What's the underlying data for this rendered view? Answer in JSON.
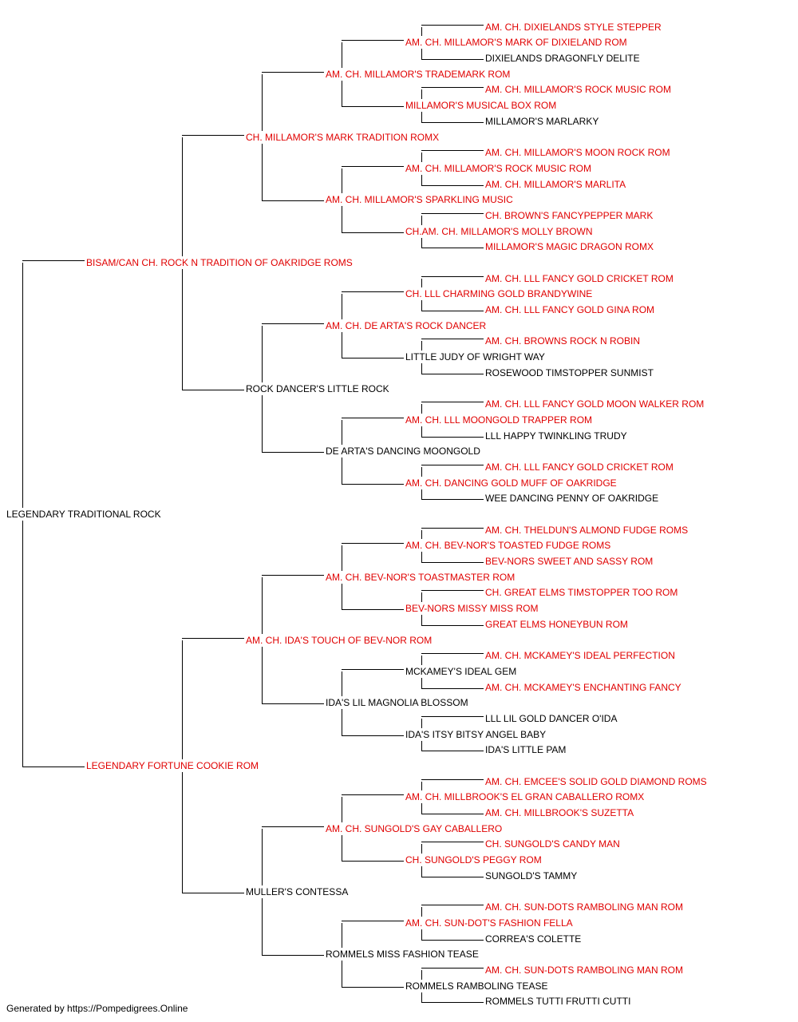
{
  "colors": {
    "champion": "#e00000",
    "normal": "#000000",
    "line": "#000000"
  },
  "footer": "Generated by https://Pompedigrees.Online",
  "pedigree": {
    "name": "LEGENDARY TRADITIONAL ROCK",
    "champion": false,
    "sire": {
      "name": "BISAM/CAN CH. ROCK N TRADITION OF OAKRIDGE ROMS",
      "champion": true,
      "sire": {
        "name": "CH. MILLAMOR'S MARK TRADITION ROMX",
        "champion": true,
        "sire": {
          "name": "AM. CH. MILLAMOR'S TRADEMARK ROM",
          "champion": true,
          "sire": {
            "name": "AM. CH. MILLAMOR'S MARK OF DIXIELAND ROM",
            "champion": true,
            "sire": {
              "name": "AM. CH. DIXIELANDS STYLE STEPPER",
              "champion": true
            },
            "dam": {
              "name": "DIXIELANDS DRAGONFLY DELITE",
              "champion": false
            }
          },
          "dam": {
            "name": "MILLAMOR'S MUSICAL BOX ROM",
            "champion": true,
            "sire": {
              "name": "AM. CH. MILLAMOR'S ROCK MUSIC ROM",
              "champion": true
            },
            "dam": {
              "name": "MILLAMOR'S MARLARKY",
              "champion": false
            }
          }
        },
        "dam": {
          "name": "AM. CH. MILLAMOR'S SPARKLING MUSIC",
          "champion": true,
          "sire": {
            "name": "AM. CH. MILLAMOR'S ROCK MUSIC ROM",
            "champion": true,
            "sire": {
              "name": "AM. CH. MILLAMOR'S MOON ROCK ROM",
              "champion": true
            },
            "dam": {
              "name": "AM. CH. MILLAMOR'S MARLITA",
              "champion": true
            }
          },
          "dam": {
            "name": "CH.AM. CH. MILLAMOR'S MOLLY BROWN",
            "champion": true,
            "sire": {
              "name": "CH. BROWN'S FANCYPEPPER MARK",
              "champion": true
            },
            "dam": {
              "name": "MILLAMOR'S MAGIC DRAGON ROMX",
              "champion": true
            }
          }
        }
      },
      "dam": {
        "name": "ROCK DANCER'S LITTLE ROCK",
        "champion": false,
        "sire": {
          "name": "AM. CH. DE ARTA'S ROCK DANCER",
          "champion": true,
          "sire": {
            "name": "CH. LLL CHARMING GOLD BRANDYWINE",
            "champion": true,
            "sire": {
              "name": "AM. CH. LLL FANCY GOLD CRICKET ROM",
              "champion": true
            },
            "dam": {
              "name": "AM. CH. LLL FANCY GOLD GINA ROM",
              "champion": true
            }
          },
          "dam": {
            "name": "LITTLE JUDY OF WRIGHT WAY",
            "champion": false,
            "sire": {
              "name": "AM. CH. BROWNS ROCK N ROBIN",
              "champion": true
            },
            "dam": {
              "name": "ROSEWOOD TIMSTOPPER SUNMIST",
              "champion": false
            }
          }
        },
        "dam": {
          "name": "DE ARTA'S DANCING MOONGOLD",
          "champion": false,
          "sire": {
            "name": "AM. CH. LLL MOONGOLD TRAPPER ROM",
            "champion": true,
            "sire": {
              "name": "AM. CH. LLL FANCY GOLD MOON WALKER ROM",
              "champion": true
            },
            "dam": {
              "name": "LLL HAPPY TWINKLING TRUDY",
              "champion": false
            }
          },
          "dam": {
            "name": "AM. CH. DANCING GOLD MUFF OF OAKRIDGE",
            "champion": true,
            "sire": {
              "name": "AM. CH. LLL FANCY GOLD CRICKET ROM",
              "champion": true
            },
            "dam": {
              "name": "WEE DANCING PENNY OF OAKRIDGE",
              "champion": false
            }
          }
        }
      }
    },
    "dam": {
      "name": "LEGENDARY FORTUNE COOKIE ROM",
      "champion": true,
      "sire": {
        "name": "AM. CH. IDA'S TOUCH OF BEV-NOR ROM",
        "champion": true,
        "sire": {
          "name": "AM. CH. BEV-NOR'S TOASTMASTER ROM",
          "champion": true,
          "sire": {
            "name": "AM. CH. BEV-NOR'S TOASTED FUDGE ROMS",
            "champion": true,
            "sire": {
              "name": "AM. CH. THELDUN'S ALMOND FUDGE ROMS",
              "champion": true
            },
            "dam": {
              "name": "BEV-NORS SWEET AND SASSY ROM",
              "champion": true
            }
          },
          "dam": {
            "name": "BEV-NORS MISSY MISS ROM",
            "champion": true,
            "sire": {
              "name": "CH. GREAT ELMS TIMSTOPPER TOO ROM",
              "champion": true
            },
            "dam": {
              "name": "GREAT ELMS HONEYBUN ROM",
              "champion": true
            }
          }
        },
        "dam": {
          "name": "IDA'S LIL MAGNOLIA BLOSSOM",
          "champion": false,
          "sire": {
            "name": "MCKAMEY'S IDEAL GEM",
            "champion": false,
            "sire": {
              "name": "AM. CH. MCKAMEY'S IDEAL PERFECTION",
              "champion": true
            },
            "dam": {
              "name": "AM. CH. MCKAMEY'S ENCHANTING FANCY",
              "champion": true
            }
          },
          "dam": {
            "name": "IDA'S ITSY BITSY ANGEL BABY",
            "champion": false,
            "sire": {
              "name": "LLL LIL GOLD DANCER O'IDA",
              "champion": false
            },
            "dam": {
              "name": "IDA'S LITTLE PAM",
              "champion": false
            }
          }
        }
      },
      "dam": {
        "name": "MULLER'S CONTESSA",
        "champion": false,
        "sire": {
          "name": "AM. CH. SUNGOLD'S GAY CABALLERO",
          "champion": true,
          "sire": {
            "name": "AM. CH. MILLBROOK'S EL GRAN CABALLERO ROMX",
            "champion": true,
            "sire": {
              "name": "AM. CH. EMCEE'S SOLID GOLD DIAMOND ROMS",
              "champion": true
            },
            "dam": {
              "name": "AM. CH. MILLBROOK'S SUZETTA",
              "champion": true
            }
          },
          "dam": {
            "name": "CH. SUNGOLD'S PEGGY ROM",
            "champion": true,
            "sire": {
              "name": "CH. SUNGOLD'S CANDY MAN",
              "champion": true
            },
            "dam": {
              "name": "SUNGOLD'S TAMMY",
              "champion": false
            }
          }
        },
        "dam": {
          "name": "ROMMELS MISS FASHION TEASE",
          "champion": false,
          "sire": {
            "name": "AM. CH. SUN-DOT'S FASHION FELLA",
            "champion": true,
            "sire": {
              "name": "AM. CH. SUN-DOTS RAMBOLING MAN ROM",
              "champion": true
            },
            "dam": {
              "name": "CORREA'S COLETTE",
              "champion": false
            }
          },
          "dam": {
            "name": "ROMMELS RAMBOLING TEASE",
            "champion": false,
            "sire": {
              "name": "AM. CH. SUN-DOTS RAMBOLING MAN ROM",
              "champion": true
            },
            "dam": {
              "name": "ROMMELS TUTTI FRUTTI CUTTI",
              "champion": false
            }
          }
        }
      }
    }
  }
}
